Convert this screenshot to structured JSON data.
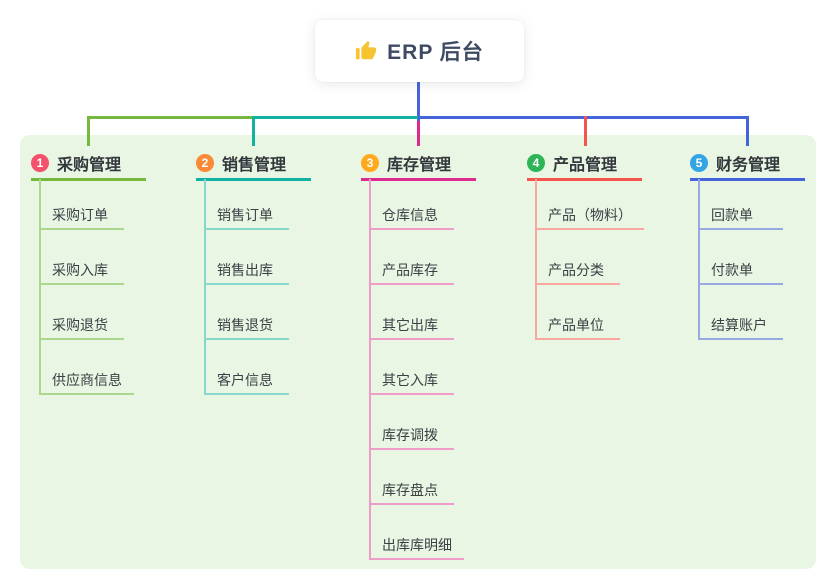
{
  "root": {
    "label": "ERP 后台",
    "icon": "thumbs-up-icon",
    "icon_color": "#f6c331",
    "line_color": "#4a63d8"
  },
  "colors": {
    "canvas_background": "#ffffff",
    "panel_background": "#e9f6e3",
    "root_text": "#3d4a61",
    "branch_text": "#33373d",
    "child_text": "#3c4046"
  },
  "branches": [
    {
      "index": "1",
      "label": "采购管理",
      "badge_color": "#f4516c",
      "line_color": "#76b83e",
      "light_color": "#abd68c",
      "children": [
        "采购订单",
        "采购入库",
        "采购退货",
        "供应商信息"
      ]
    },
    {
      "index": "2",
      "label": "销售管理",
      "badge_color": "#fb8a37",
      "line_color": "#12b2a3",
      "light_color": "#86d8cc",
      "children": [
        "销售订单",
        "销售出库",
        "销售退货",
        "客户信息"
      ]
    },
    {
      "index": "3",
      "label": "库存管理",
      "badge_color": "#ffaa1e",
      "line_color": "#dc2a8e",
      "light_color": "#f09cc8",
      "children": [
        "仓库信息",
        "产品库存",
        "其它出库",
        "其它入库",
        "库存调拨",
        "库存盘点",
        "出库库明细"
      ]
    },
    {
      "index": "4",
      "label": "产品管理",
      "badge_color": "#2cb457",
      "line_color": "#f5544c",
      "light_color": "#f8a8a0",
      "children": [
        "产品（物料）",
        "产品分类",
        "产品单位"
      ]
    },
    {
      "index": "5",
      "label": "财务管理",
      "badge_color": "#33a5e5",
      "line_color": "#4465d9",
      "light_color": "#97a9e0",
      "children": [
        "回款单",
        "付款单",
        "结算账户"
      ]
    }
  ]
}
